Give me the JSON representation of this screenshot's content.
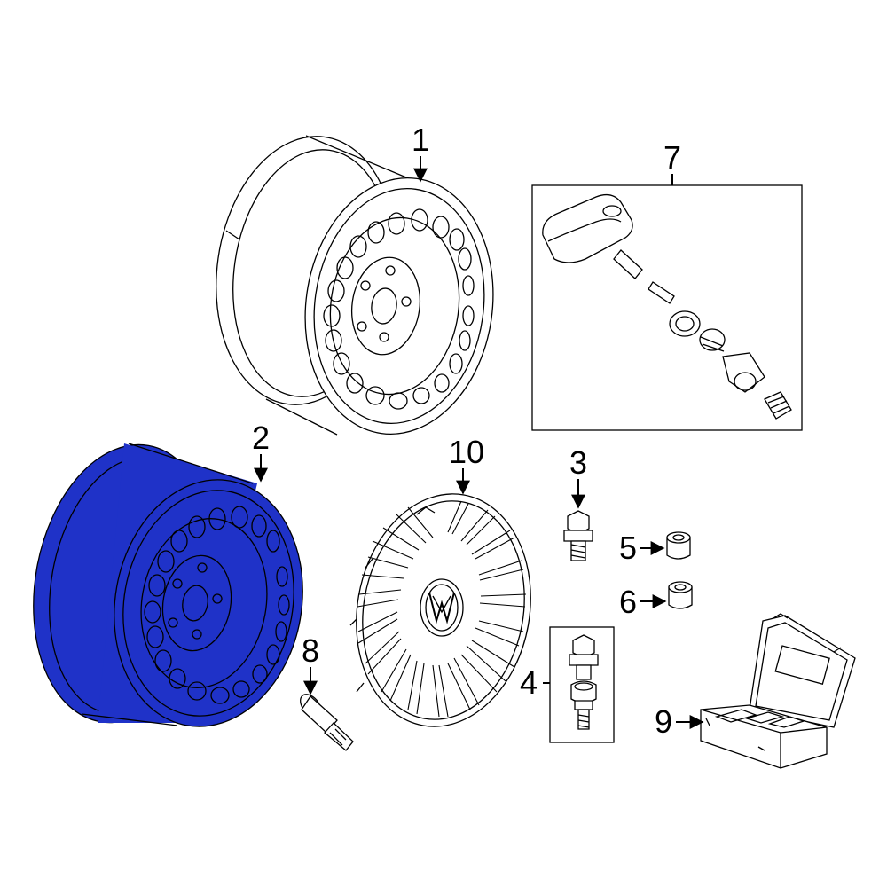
{
  "callouts": [
    {
      "id": "1",
      "label": "1"
    },
    {
      "id": "2",
      "label": "2"
    },
    {
      "id": "3",
      "label": "3"
    },
    {
      "id": "4",
      "label": "4"
    },
    {
      "id": "5",
      "label": "5"
    },
    {
      "id": "6",
      "label": "6"
    },
    {
      "id": "7",
      "label": "7"
    },
    {
      "id": "8",
      "label": "8"
    },
    {
      "id": "9",
      "label": "9"
    },
    {
      "id": "10",
      "label": "10"
    }
  ],
  "colors": {
    "highlight": "#1f32c8",
    "line": "#000000",
    "background": "#ffffff"
  }
}
